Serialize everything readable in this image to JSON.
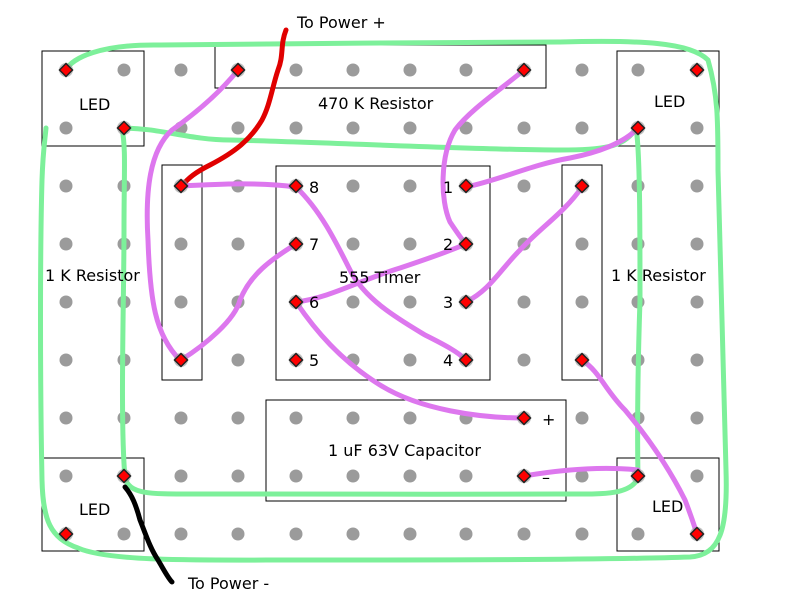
{
  "colors": {
    "background": "#ffffff",
    "hole": "#8a8a8a",
    "pad_fill": "#ff0000",
    "pad_stroke": "#222222",
    "green_wire": "#7df09a",
    "purple_wire": "#dd77ee",
    "power_positive_wire": "#e00000",
    "power_negative_wire": "#000000"
  },
  "labels": {
    "power_positive": "To Power +",
    "power_negative": "To Power -",
    "led_top_left": "LED",
    "led_top_right": "LED",
    "led_bottom_left": "LED",
    "led_bottom_right": "LED",
    "resistor_470k": "470 K Resistor",
    "resistor_1k_left": "1 K Resistor",
    "resistor_1k_right": "1 K Resistor",
    "timer": "555 Timer",
    "capacitor": "1 uF 63V Capacitor",
    "cap_plus": "+",
    "cap_minus": "–"
  },
  "timer_pins": {
    "p1": "1",
    "p2": "2",
    "p3": "3",
    "p4": "4",
    "p5": "5",
    "p6": "6",
    "p7": "7",
    "p8": "8"
  }
}
